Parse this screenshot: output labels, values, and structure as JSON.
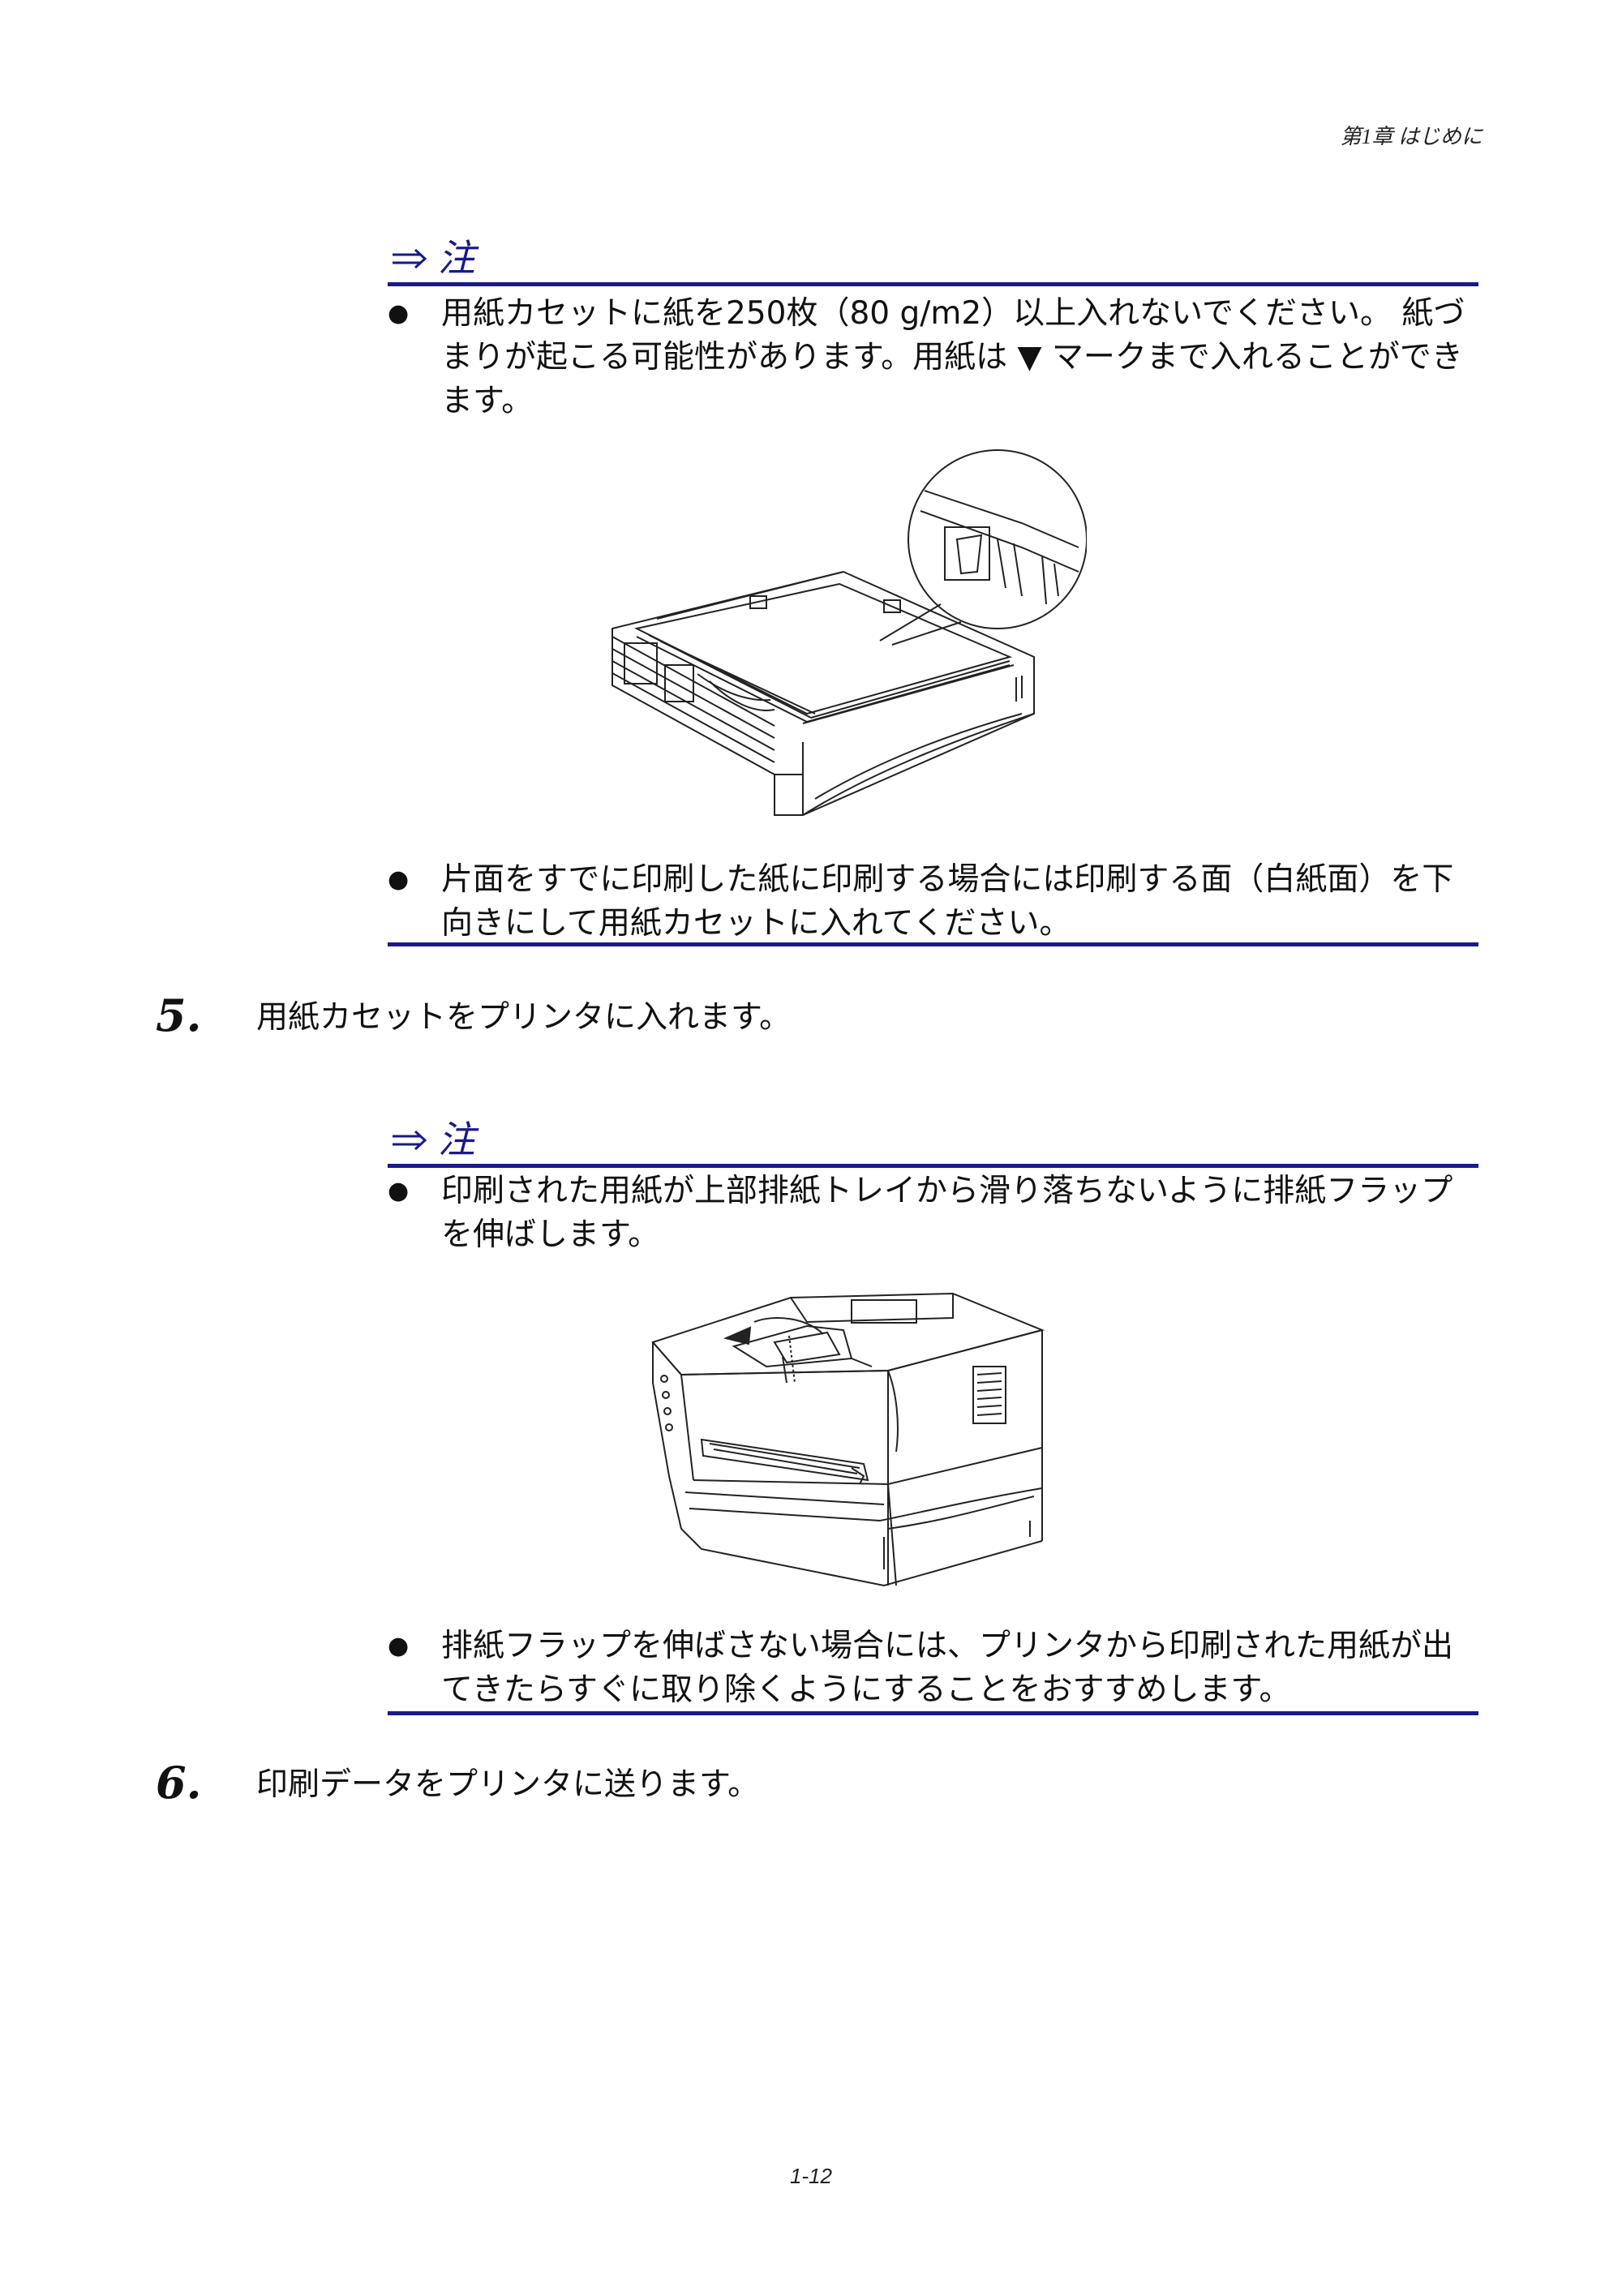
{
  "header": {
    "chapter": "第1章  はじめに"
  },
  "notes": [
    {
      "title": "注",
      "bullets": [
        "用紙カセットに紙を250枚（80 g/m2）以上入れないでください。 紙づまりが起こる可能性があります。用紙は ▼ マークまで入れることができます。",
        "片面をすでに印刷した紙に印刷する場合には印刷する面（白紙面）を下向きにして用紙カセットに入れてください。"
      ]
    },
    {
      "title": "注",
      "bullets": [
        "印刷された用紙が上部排紙トレイから滑り落ちないように排紙フラップを伸ばします。",
        "排紙フラップを伸ばさない場合には、プリンタから印刷された用紙が出てきたらすぐに取り除くようにすることをおすすめします。"
      ]
    }
  ],
  "steps": [
    {
      "number": "5.",
      "text": "用紙カセットをプリンタに入れます。"
    },
    {
      "number": "6.",
      "text": "印刷データをプリンタに送ります。"
    }
  ],
  "figures": {
    "tray_icon": "paper-tray-illustration",
    "printer_icon": "printer-flap-illustration",
    "pencil_icon": "pencil-note-icon"
  },
  "footer": {
    "page_number": "1-12"
  }
}
